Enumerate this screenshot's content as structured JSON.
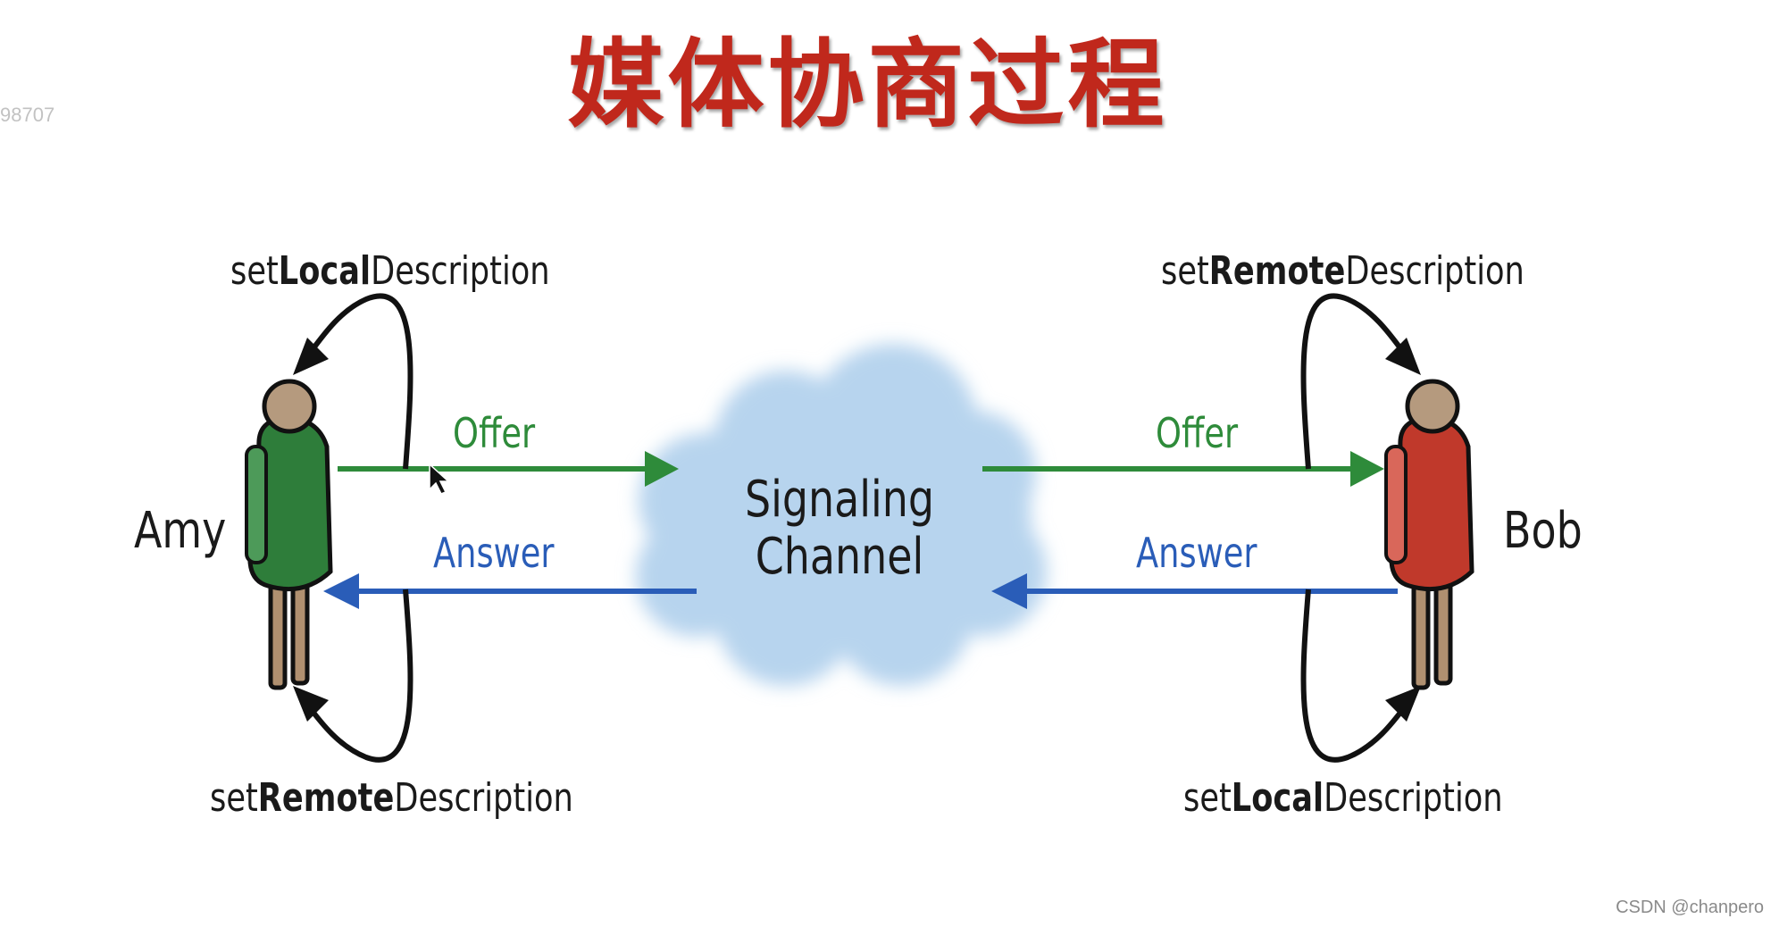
{
  "title": "媒体协商过程",
  "corner_stamp": "98707",
  "watermark": "CSDN @chanpero",
  "colors": {
    "title": "#c0281c",
    "offer": "#2e8b3a",
    "answer": "#2a5db8",
    "amy_body": "#2e7d3a",
    "bob_body": "#c0392b",
    "cloud": "#b7d4ee"
  },
  "peers": {
    "left": "Amy",
    "right": "Bob"
  },
  "cloud": {
    "line1": "Signaling",
    "line2": "Channel"
  },
  "messages": {
    "offer": "Offer",
    "answer": "Answer"
  },
  "labels": {
    "left_top": {
      "prefix": "set",
      "bold": "Local",
      "suffix": "Description"
    },
    "left_bottom": {
      "prefix": "set",
      "bold": "Remote",
      "suffix": "Description"
    },
    "right_top": {
      "prefix": "set",
      "bold": "Remote",
      "suffix": "Description"
    },
    "right_bottom": {
      "prefix": "set",
      "bold": "Local",
      "suffix": "Description"
    }
  }
}
